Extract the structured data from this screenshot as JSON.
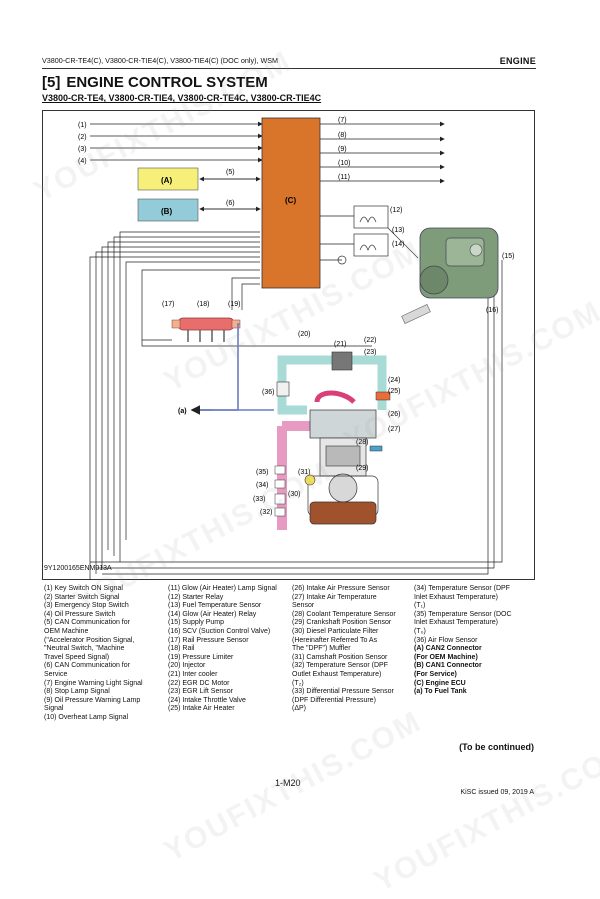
{
  "header": {
    "models": "V3800-CR-TE4(C), V3800-CR-TIE4(C), V3800-TIE4(C) (DOC only), WSM",
    "section": "ENGINE"
  },
  "title": {
    "number": "[5]",
    "text": "ENGINE CONTROL SYSTEM"
  },
  "subtitle": "V3800-CR-TE4, V3800-CR-TIE4, V3800-CR-TE4C, V3800-CR-TIE4C",
  "figure": {
    "code": "9Y1200165ENM013A",
    "input_labels": [
      "(1)",
      "(2)",
      "(3)",
      "(4)"
    ],
    "output_labels": [
      "(7)",
      "(8)",
      "(9)",
      "(10)",
      "(11)"
    ],
    "box_a": "(A)",
    "box_b": "(B)",
    "box_c": "(C)",
    "arrow_a": "(5)",
    "arrow_b": "(6)",
    "to_fuel_tank": "(a)",
    "callouts": [
      "(12)",
      "(13)",
      "(14)",
      "(15)",
      "(16)",
      "(17)",
      "(18)",
      "(19)",
      "(20)",
      "(21)",
      "(22)",
      "(23)",
      "(24)",
      "(25)",
      "(26)",
      "(27)",
      "(28)",
      "(29)",
      "(30)",
      "(31)",
      "(32)",
      "(33)",
      "(34)",
      "(35)",
      "(36)"
    ],
    "colors": {
      "ecu": "#d9742b",
      "can2": "#f6ef7a",
      "can1": "#93cbd8",
      "fuel": "#6a7dbf",
      "exhaust": "#e79ac2",
      "intake": "#a8dbd6"
    }
  },
  "legend": {
    "col1": [
      "(1)   Key Switch ON Signal",
      "(2)   Starter Switch Signal",
      "(3)   Emergency Stop Switch",
      "(4)   Oil Pressure Switch",
      "(5)   CAN Communication for",
      "       OEM Machine",
      "       (\"Accelerator Position Signal,",
      "       \"Neutral Switch, \"Machine",
      "       Travel Speed Signal)",
      "(6)   CAN Communication for",
      "       Service",
      "(7)   Engine Warning Light Signal",
      "(8)   Stop Lamp Signal",
      "(9)   Oil Pressure Warning Lamp",
      "       Signal",
      "(10)  Overheat Lamp Signal"
    ],
    "col2": [
      "(11) Glow (Air Heater) Lamp Signal",
      "(12) Starter Relay",
      "(13) Fuel Temperature Sensor",
      "(14) Glow (Air Heater) Relay",
      "(15) Supply Pump",
      "(16) SCV (Suction Control Valve)",
      "(17) Rail Pressure Sensor",
      "(18) Rail",
      "(19) Pressure Limiter",
      "(20) Injector",
      "(21) Inter cooler",
      "(22) EGR DC Motor",
      "(23) EGR Lift Sensor",
      "(24) Intake Throttle Valve",
      "(25) Intake Air Heater"
    ],
    "col3": [
      "(26) Intake Air Pressure Sensor",
      "(27) Intake Air Temperature",
      "       Sensor",
      "(28) Coolant Temperature Sensor",
      "(29) Crankshaft Position Sensor",
      "(30) Diesel Particulate Filter",
      "       (Hereinafter Referred To As",
      "       The \"DPF\") Muffler",
      "(31) Camshaft Position Sensor",
      "(32) Temperature Sensor (DPF",
      "       Outlet Exhaust Temperature)",
      "       (T₂)",
      "(33) Differential Pressure Sensor",
      "       (DPF Differential Pressure)",
      "       (ΔP)"
    ],
    "col4": [
      "(34) Temperature Sensor (DPF",
      "       Inlet Exhaust Temperature)",
      "       (T₁)",
      "(35) Temperature Sensor (DOC",
      "       Inlet Exhaust Temperature)",
      "       (T₀)",
      "(36) Air Flow Sensor"
    ],
    "col4_bold": [
      "(A)   CAN2 Connector",
      "       (For OEM Machine)",
      "(B)   CAN1 Connector",
      "       (For Service)",
      "(C)   Engine ECU",
      "(a)   To Fuel Tank"
    ]
  },
  "footer": {
    "continued": "(To be continued)",
    "page": "1-M20",
    "issued": "KiSC issued 09, 2019 A"
  },
  "watermark": "YOUFIXTHIS.COM"
}
